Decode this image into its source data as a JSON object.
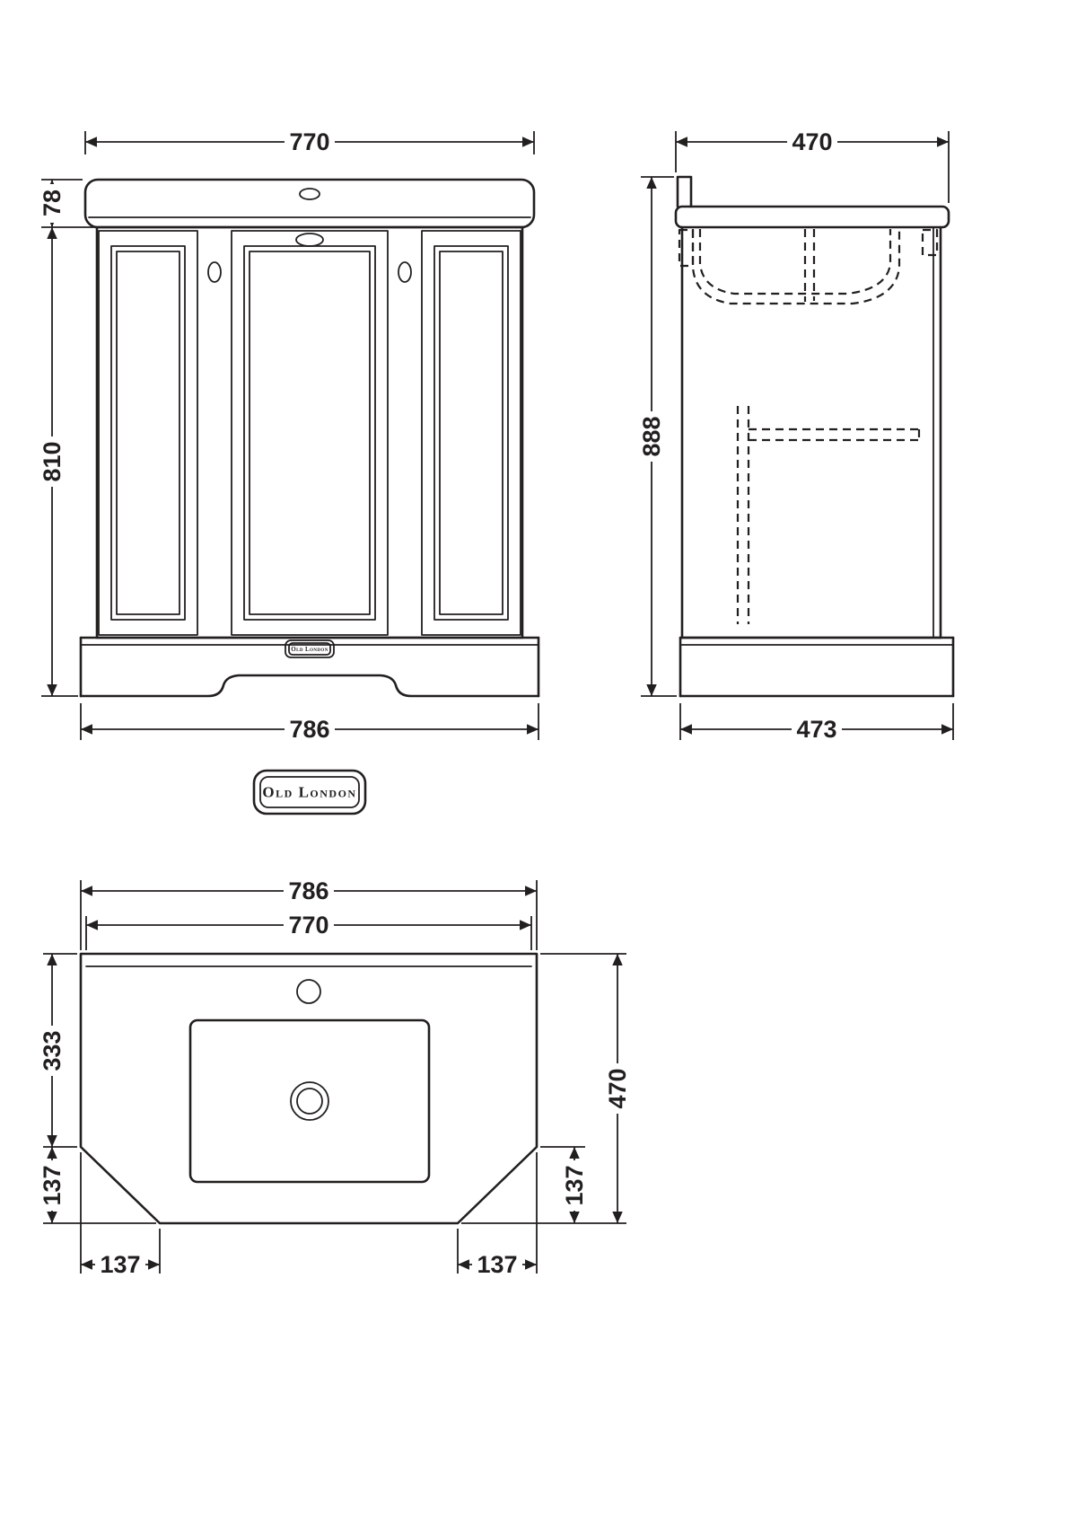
{
  "brand": {
    "logo_text": "Old London",
    "plinth_badge_text": "Old London"
  },
  "dimensions": {
    "front": {
      "top_width": "770",
      "basin_height": "78",
      "cabinet_height": "810",
      "base_width": "786"
    },
    "side": {
      "top_depth": "470",
      "total_height": "888",
      "base_depth": "473"
    },
    "plan": {
      "outer_width": "786",
      "inner_width": "770",
      "basin_depth": "333",
      "left_chamfer_height": "137",
      "total_depth": "470",
      "right_chamfer_height": "137",
      "left_chamfer_width": "137",
      "right_chamfer_width": "137"
    }
  }
}
